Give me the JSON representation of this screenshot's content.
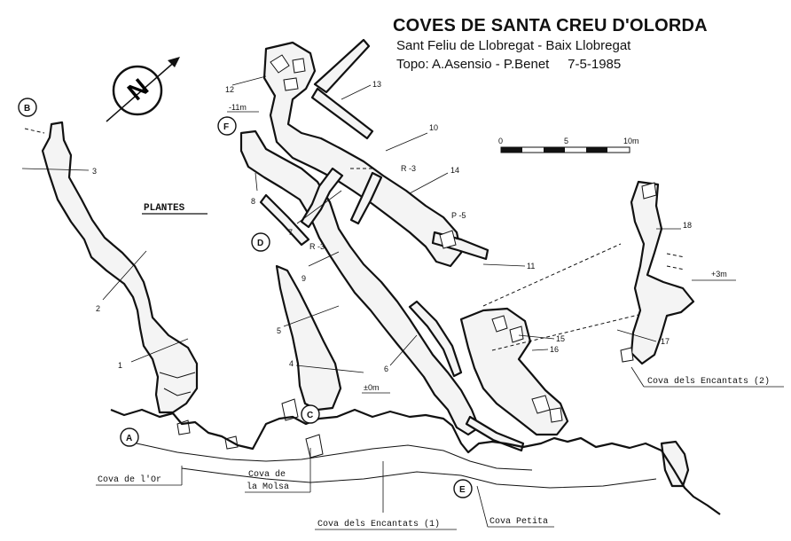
{
  "header": {
    "title": "COVES DE SANTA CREU D'OLORDA",
    "location": "Sant Feliu de Llobregat - Baix Llobregat",
    "credits": "Topo: A.Asensio - P.Benet     7-5-1985"
  },
  "plan_label": "PLANTES",
  "scale_bar": {
    "start": "0",
    "mid": "5",
    "end": "10m"
  },
  "north_label": "N",
  "entrance_markers": [
    "A",
    "B",
    "C",
    "D",
    "E",
    "F"
  ],
  "stations": [
    "1",
    "2",
    "3",
    "4",
    "5",
    "6",
    "7",
    "8",
    "9",
    "10",
    "11",
    "12",
    "13",
    "14",
    "15",
    "16",
    "17",
    "18"
  ],
  "depth_marks": {
    "minus11": "-11m",
    "zero": "±0m",
    "plus3": "+3m",
    "r3_a": "R -3",
    "r3_b": "R -3",
    "p5": "P -5"
  },
  "caves": {
    "cova_or": "Cova de l'Or",
    "cova_molsa_l1": "Cova de",
    "cova_molsa_l2": "la Molsa",
    "encantats_1": "Cova dels Encantats (1)",
    "cova_petita": "Cova Petita",
    "encantats_2": "Cova dels Encantats (2)"
  },
  "colors": {
    "ink": "#111111",
    "paper": "#ffffff",
    "fill": "#f4f4f4"
  }
}
